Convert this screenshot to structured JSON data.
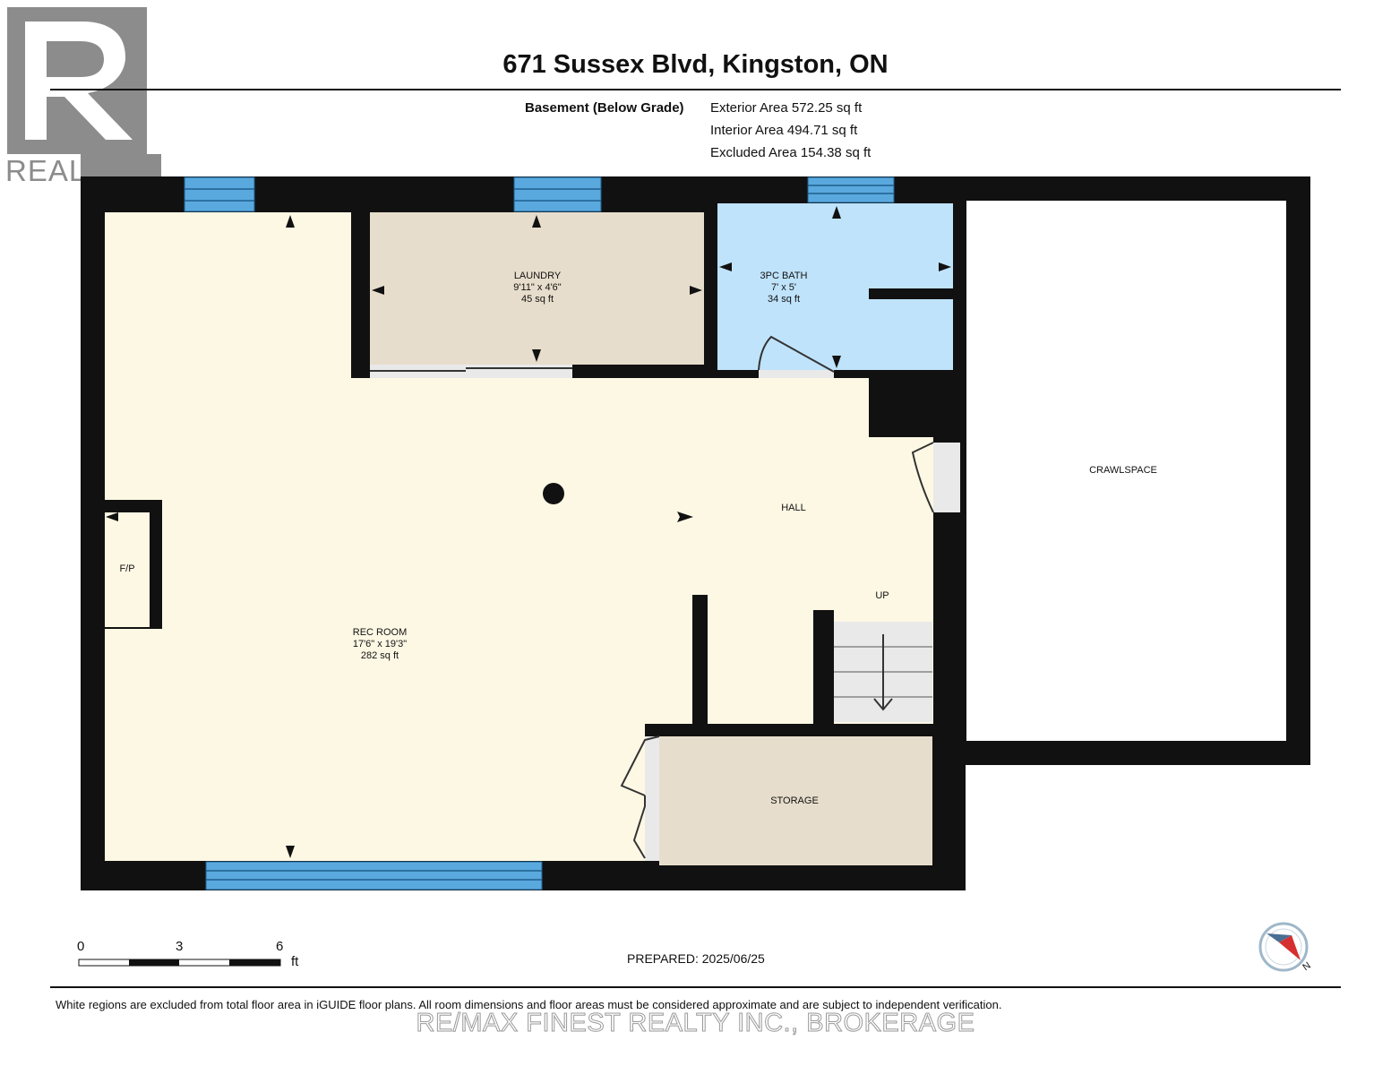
{
  "header": {
    "title": "671 Sussex Blvd, Kingston, ON",
    "level": "Basement (Below Grade)",
    "exterior_area": "Exterior Area 572.25 sq ft",
    "interior_area": "Interior Area 494.71 sq ft",
    "excluded_area": "Excluded Area 154.38 sq ft"
  },
  "logo": {
    "text": "REALTOR",
    "mark": "®"
  },
  "rooms": {
    "laundry": {
      "name": "LAUNDRY",
      "dims": "9'11\" x 4'6\"",
      "area": "45 sq ft"
    },
    "bath": {
      "name": "3PC BATH",
      "dims": "7' x 5'",
      "area": "34 sq ft"
    },
    "rec": {
      "name": "REC ROOM",
      "dims": "17'6\" x 19'3\"",
      "area": "282 sq ft"
    },
    "hall": {
      "name": "HALL"
    },
    "crawl": {
      "name": "CRAWLSPACE"
    },
    "storage": {
      "name": "STORAGE"
    },
    "fp": {
      "name": "F/P"
    },
    "up": {
      "name": "UP"
    }
  },
  "scale": {
    "t0": "0",
    "t3": "3",
    "t6": "6",
    "unit": "ft"
  },
  "prepared": "PREPARED: 2025/06/25",
  "compass_label": "N",
  "disclaimer": "White regions are excluded from total floor area in iGUIDE floor plans. All room dimensions and floor areas must be considered approximate and are subject to independent verification.",
  "watermark": "RE/MAX FINEST REALTY INC., BROKERAGE",
  "colors": {
    "rec_fill": "#fdf8e4",
    "laundry_fill": "#e7ddcc",
    "bath_fill": "#bfe3fb",
    "storage_fill": "#e7ddcc",
    "window": "#5aa9de",
    "wall": "#111111"
  }
}
